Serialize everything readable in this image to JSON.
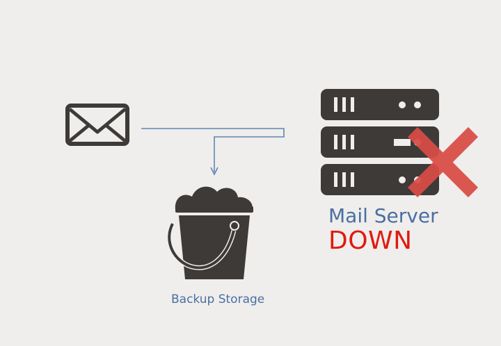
{
  "nodes": {
    "mail": {
      "icon": "envelope-icon"
    },
    "backup": {
      "icon": "bucket-icon",
      "label": "Backup Storage"
    },
    "server": {
      "icon": "server-rack-icon",
      "name": "Mail Server",
      "status": "DOWN",
      "status_icon": "red-x-icon"
    }
  },
  "colors": {
    "background": "#efeeec",
    "icon": "#3d3a38",
    "connector": "#5f86b0",
    "label": "#4a6fa1",
    "status": "#e01a10",
    "cross": "#d94c45"
  }
}
